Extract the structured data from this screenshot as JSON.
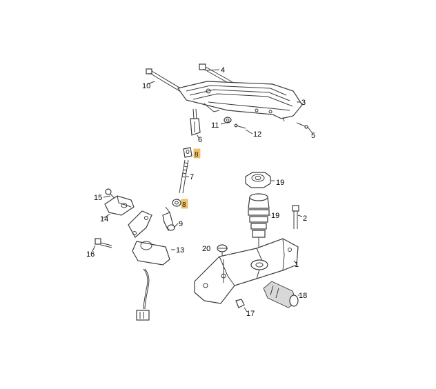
{
  "colors": {
    "background": "#ffffff",
    "linework": "#3a3a3a",
    "highlight": "#f2c26a"
  },
  "labels": [
    {
      "id": "l1",
      "text": "1"
    },
    {
      "id": "l2",
      "text": "2"
    },
    {
      "id": "l3",
      "text": "3"
    },
    {
      "id": "l4",
      "text": "4"
    },
    {
      "id": "l5",
      "text": "5"
    },
    {
      "id": "l6",
      "text": "6"
    },
    {
      "id": "l7",
      "text": "7"
    },
    {
      "id": "l8a",
      "text": "8",
      "highlighted": true
    },
    {
      "id": "l8b",
      "text": "8",
      "highlighted": true
    },
    {
      "id": "l9",
      "text": "9"
    },
    {
      "id": "l10",
      "text": "10"
    },
    {
      "id": "l11",
      "text": "11"
    },
    {
      "id": "l12",
      "text": "12"
    },
    {
      "id": "l13",
      "text": "13"
    },
    {
      "id": "l14",
      "text": "14"
    },
    {
      "id": "l15",
      "text": "15"
    },
    {
      "id": "l16",
      "text": "16"
    },
    {
      "id": "l17",
      "text": "17"
    },
    {
      "id": "l18",
      "text": "18"
    },
    {
      "id": "l19a",
      "text": "19"
    },
    {
      "id": "l19b",
      "text": "19"
    },
    {
      "id": "l20",
      "text": "20"
    }
  ]
}
